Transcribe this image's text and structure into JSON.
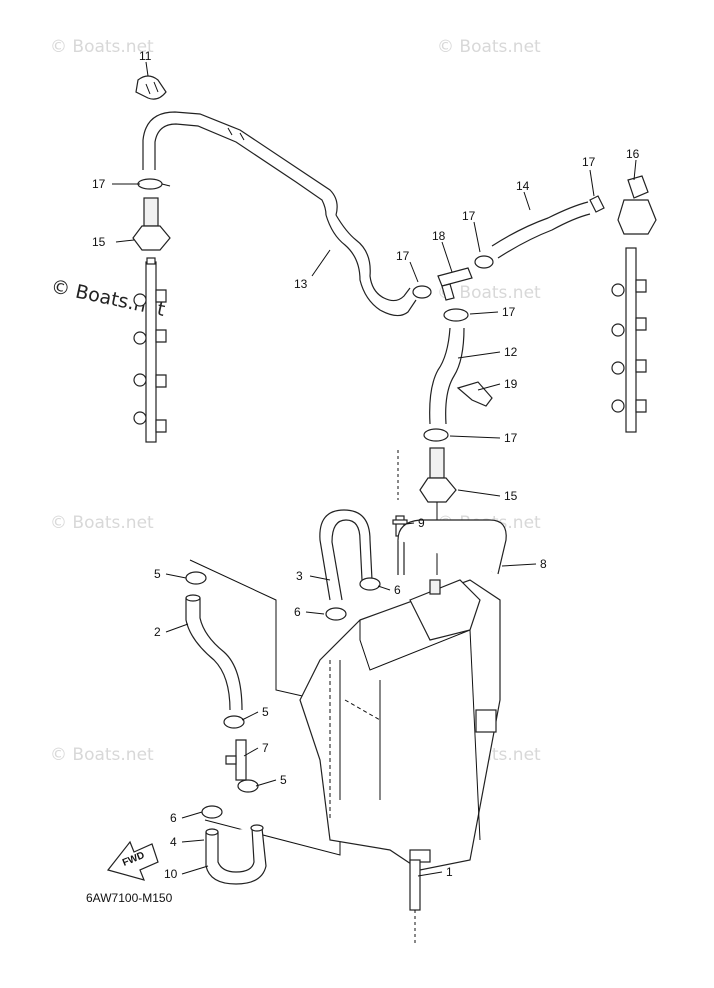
{
  "diagram": {
    "code": "6AW7100-M150",
    "fwd_label": "FWD"
  },
  "watermarks": {
    "small": "© Boats.net",
    "large": "© Boats.net"
  },
  "callouts": [
    {
      "id": "c11",
      "label": "11"
    },
    {
      "id": "c17a",
      "label": "17"
    },
    {
      "id": "c15a",
      "label": "15"
    },
    {
      "id": "c13",
      "label": "13"
    },
    {
      "id": "c17b",
      "label": "17"
    },
    {
      "id": "c16",
      "label": "16"
    },
    {
      "id": "c14",
      "label": "14"
    },
    {
      "id": "c17c",
      "label": "17"
    },
    {
      "id": "c18",
      "label": "18"
    },
    {
      "id": "c17d",
      "label": "17"
    },
    {
      "id": "c17e",
      "label": "17"
    },
    {
      "id": "c12",
      "label": "12"
    },
    {
      "id": "c19",
      "label": "19"
    },
    {
      "id": "c17f",
      "label": "17"
    },
    {
      "id": "c15b",
      "label": "15"
    },
    {
      "id": "c9",
      "label": "9"
    },
    {
      "id": "c8",
      "label": "8"
    },
    {
      "id": "c3",
      "label": "3"
    },
    {
      "id": "c5a",
      "label": "5"
    },
    {
      "id": "c6a",
      "label": "6"
    },
    {
      "id": "c6b",
      "label": "6"
    },
    {
      "id": "c2",
      "label": "2"
    },
    {
      "id": "c5b",
      "label": "5"
    },
    {
      "id": "c7",
      "label": "7"
    },
    {
      "id": "c5c",
      "label": "5"
    },
    {
      "id": "c6c",
      "label": "6"
    },
    {
      "id": "c4",
      "label": "4"
    },
    {
      "id": "c10",
      "label": "10"
    },
    {
      "id": "c1",
      "label": "1"
    }
  ]
}
